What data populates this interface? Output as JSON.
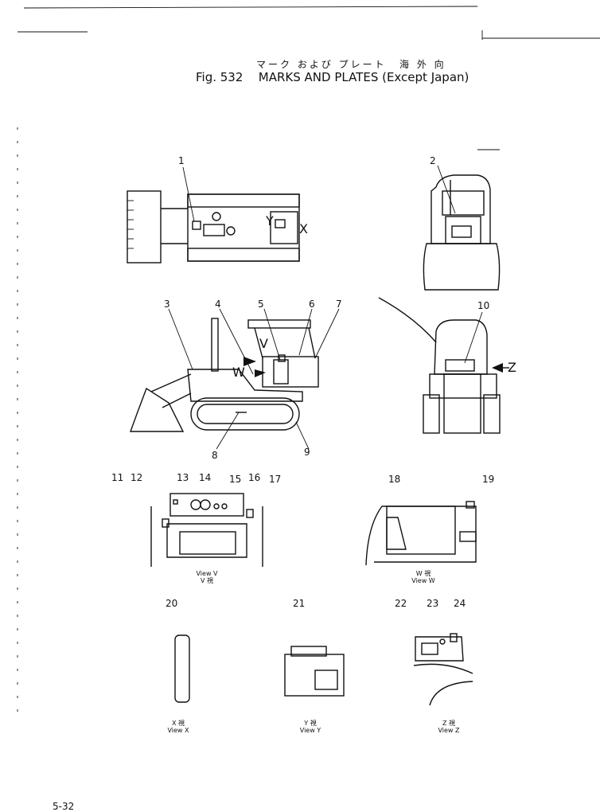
{
  "header": {
    "jp_title": "マーク および プレート",
    "jp_region": "海 外 向",
    "fig_label": "Fig. 532",
    "title": "MARKS AND PLATES (Except Japan)"
  },
  "callouts": [
    "1",
    "2",
    "3",
    "4",
    "5",
    "6",
    "7",
    "8",
    "9",
    "10",
    "11",
    "12",
    "13",
    "14",
    "15",
    "16",
    "17",
    "18",
    "19",
    "20",
    "21",
    "22",
    "23",
    "24"
  ],
  "view_letters": {
    "v": "V",
    "w": "W",
    "x": "X",
    "y": "Y",
    "z": "Z"
  },
  "captions": {
    "view_v": {
      "en": "View V",
      "jp": "V 視"
    },
    "view_w": {
      "jp": "W 視",
      "en": "View W"
    },
    "view_x": {
      "jp": "X 視",
      "en": "View X"
    },
    "view_y": {
      "jp": "Y 視",
      "en": "View Y"
    },
    "view_z": {
      "jp": "Z 視",
      "en": "View Z"
    }
  },
  "page_number": "5-32"
}
